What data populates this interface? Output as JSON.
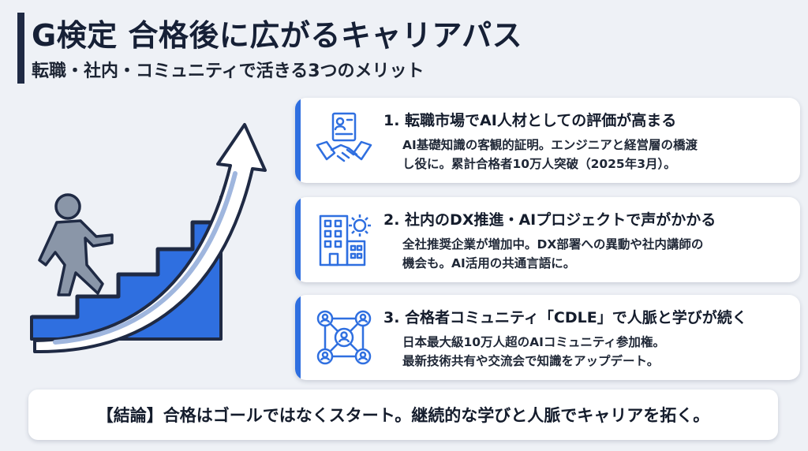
{
  "header": {
    "title": "G検定 合格後に広がるキャリアパス",
    "subtitle": "転職・社内・コミュニティで活きる3つのメリット"
  },
  "illustration": {
    "person_icon": "person-climbing-icon",
    "arrow_icon": "up-arrow-icon",
    "stairs_icon": "stairs-icon"
  },
  "cards": [
    {
      "icon": "handshake-resume-icon",
      "title": "1. 転職市場でAI人材としての評価が高まる",
      "lines": [
        "AI基礎知識の客観的証明。エンジニアと経営層の橋渡",
        "し役に。累計合格者10万人突破（2025年3月）。"
      ]
    },
    {
      "icon": "building-gear-icon",
      "title": "2. 社内のDX推進・AIプロジェクトで声がかかる",
      "lines": [
        "全社推奨企業が増加中。DX部署への異動や社内講師の",
        "機会も。AI活用の共通言語に。"
      ]
    },
    {
      "icon": "network-people-icon",
      "title": "3. 合格者コミュニティ「CDLE」で人脈と学びが続く",
      "lines": [
        "日本最大級10万人超のAIコミュニティ参加権。",
        "最新技術共有や交流会で知識をアップデート。"
      ]
    }
  ],
  "conclusion": {
    "text": "【結論】合格はゴールではなくスタート。継続的な学びと人脈でキャリアを拓く。"
  },
  "colors": {
    "accent": "#2f6fe0",
    "navy": "#1f2a44",
    "background": "#eef1f6"
  }
}
